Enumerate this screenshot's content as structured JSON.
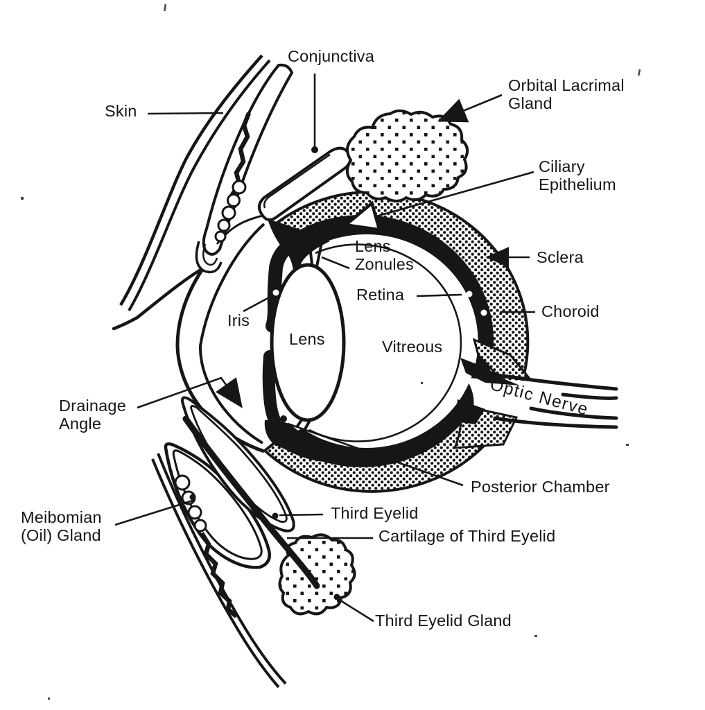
{
  "figure": {
    "type": "anatomical line diagram, cross-section of an eye and eyelids",
    "ink_color": "#161616",
    "background_color": "#ffffff",
    "labels": {
      "conjunctiva": "Conjunctiva",
      "skin": "Skin",
      "orbital_lacrimal_gland": "Orbital Lacrimal\nGland",
      "ciliary_epithelium": "Ciliary\nEpithelium",
      "lens_zonules": "Lens\nZonules",
      "sclera": "Sclera",
      "retina": "Retina",
      "choroid": "Choroid",
      "iris": "Iris",
      "lens": "Lens",
      "vitreous": "Vitreous",
      "optic_nerve": "Optic Nerve",
      "drainage_angle": "Drainage\nAngle",
      "posterior_chamber": "Posterior Chamber",
      "meibomian_gland": "Meibomian\n(Oil) Gland",
      "third_eyelid": "Third Eyelid",
      "cartilage_third_eyelid": "Cartilage of Third Eyelid",
      "third_eyelid_gland": "Third Eyelid Gland"
    }
  }
}
